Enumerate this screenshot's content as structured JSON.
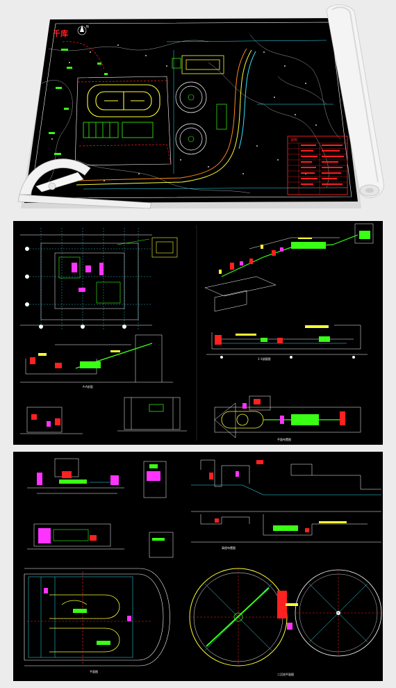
{
  "sheet1": {
    "logo_text": "千库",
    "north_label": "N",
    "table_title": "说明"
  },
  "sheet2": {
    "caption_top": "1-1剖面图",
    "caption_mid": "A-A剖面",
    "caption_bottom": "平面布置图"
  },
  "sheet3": {
    "caption_profile": "高程布置图",
    "caption_plan": "平面图",
    "caption_clarifier": "二沉池平面图"
  },
  "colors": {
    "background": "#000000",
    "page": "#ececec",
    "cad_white": "#ffffff",
    "cad_green": "#39ff14",
    "cad_yellow": "#ffff33",
    "cad_red": "#ff2020",
    "cad_cyan": "#33e6ff",
    "cad_magenta": "#ff33ff",
    "cad_orange": "#ff8c1a"
  },
  "icons": {
    "rolled_paper": "scroll-icon",
    "protractor": "protractor-icon"
  }
}
